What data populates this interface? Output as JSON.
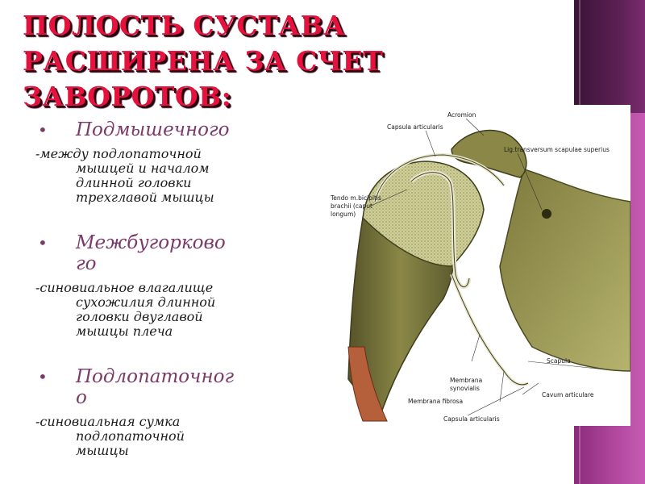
{
  "title_lines": [
    "ПОЛОСТЬ СУСТАВА",
    "РАСШИРЕНА ЗА СЧЕТ",
    "ЗАВОРОТОВ:"
  ],
  "bullet_symbol": "•",
  "items": [
    {
      "heading": "Подмышечного",
      "description": "-между подлопаточной\nмышцей и началом\nдлинной головки\nтрехглавой мышцы"
    },
    {
      "heading": "Межбугорково\nго",
      "description": "-синовиальное влагалище\nсухожилия длинной\nголовки двуглавой\nмышцы плеча"
    },
    {
      "heading": "Подлопаточног\nо",
      "description": "-синовиальная сумка\nподлопаточной\nмышцы"
    }
  ],
  "figure": {
    "labels": {
      "acromion": "Acromion",
      "capsula_top": "Capsula articularis",
      "lig": "Lig.transversum scapulae superius",
      "tendo1": "Tendo m.bicipitis",
      "tendo2": "brachii (caput",
      "tendo3": "longum)",
      "scapula": "Scapula",
      "membrana_syn1": "Membrana",
      "membrana_syn2": "synovialis",
      "membrana_fib": "Membrana fibrosa",
      "cavum": "Cavum articulare",
      "capsula_bottom": "Capsula articularis"
    }
  },
  "colors": {
    "title": "#e5123d",
    "heading": "#7a3a6a",
    "strip": "#b0479d"
  }
}
